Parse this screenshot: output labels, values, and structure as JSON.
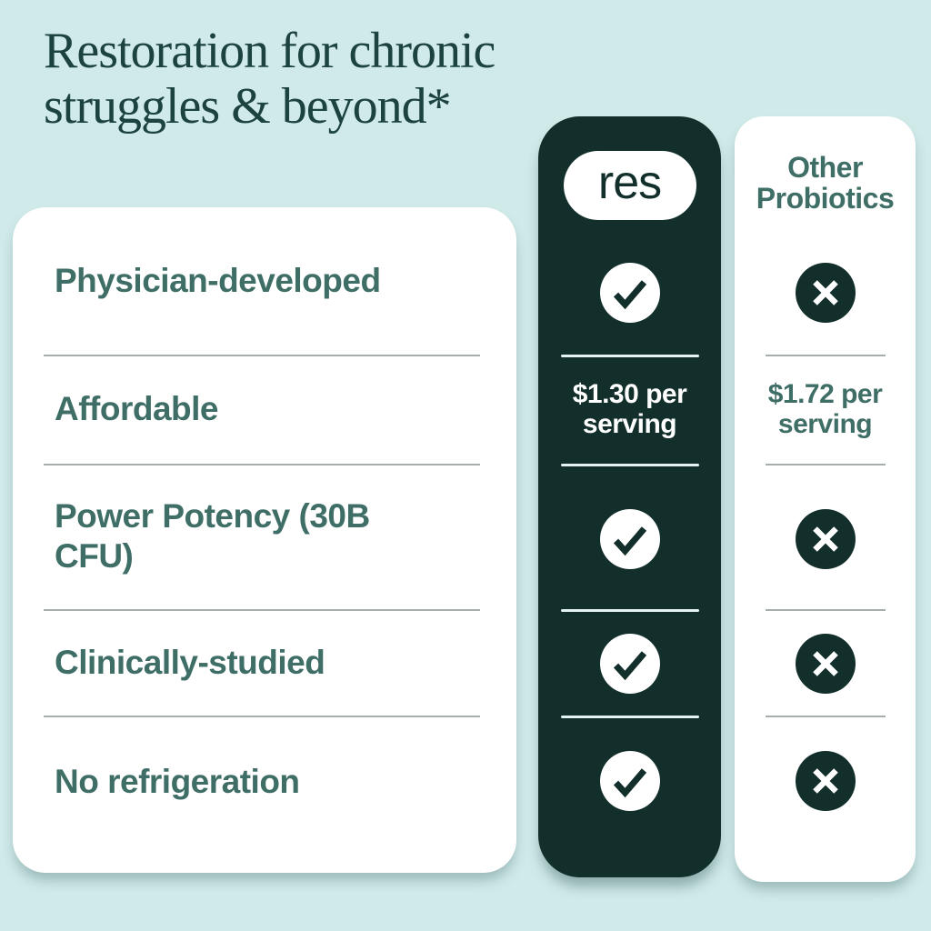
{
  "title": {
    "line1": "Restoration for chronic",
    "line2": "struggles & beyond*"
  },
  "features": [
    "Physician-developed",
    "Affordable",
    "Power Potency (30B CFU)",
    "Clinically-studied",
    "No refrigeration"
  ],
  "res_column": {
    "logo": "res",
    "rows": [
      "check",
      "$1.30 per serving",
      "check",
      "check",
      "check"
    ]
  },
  "other_column": {
    "header": "Other Probiotics",
    "rows": [
      "cross",
      "$1.72 per serving",
      "cross",
      "cross",
      "cross"
    ]
  },
  "icons": {
    "check": "check-icon",
    "cross": "cross-icon"
  },
  "colors": {
    "background": "#d0eaea",
    "dark_teal": "#132f2b",
    "teal_text": "#3f6e67",
    "title_text": "#1c433e",
    "white": "#ffffff",
    "divider_gray": "#a8adad",
    "divider_light": "#e4f3f3"
  }
}
